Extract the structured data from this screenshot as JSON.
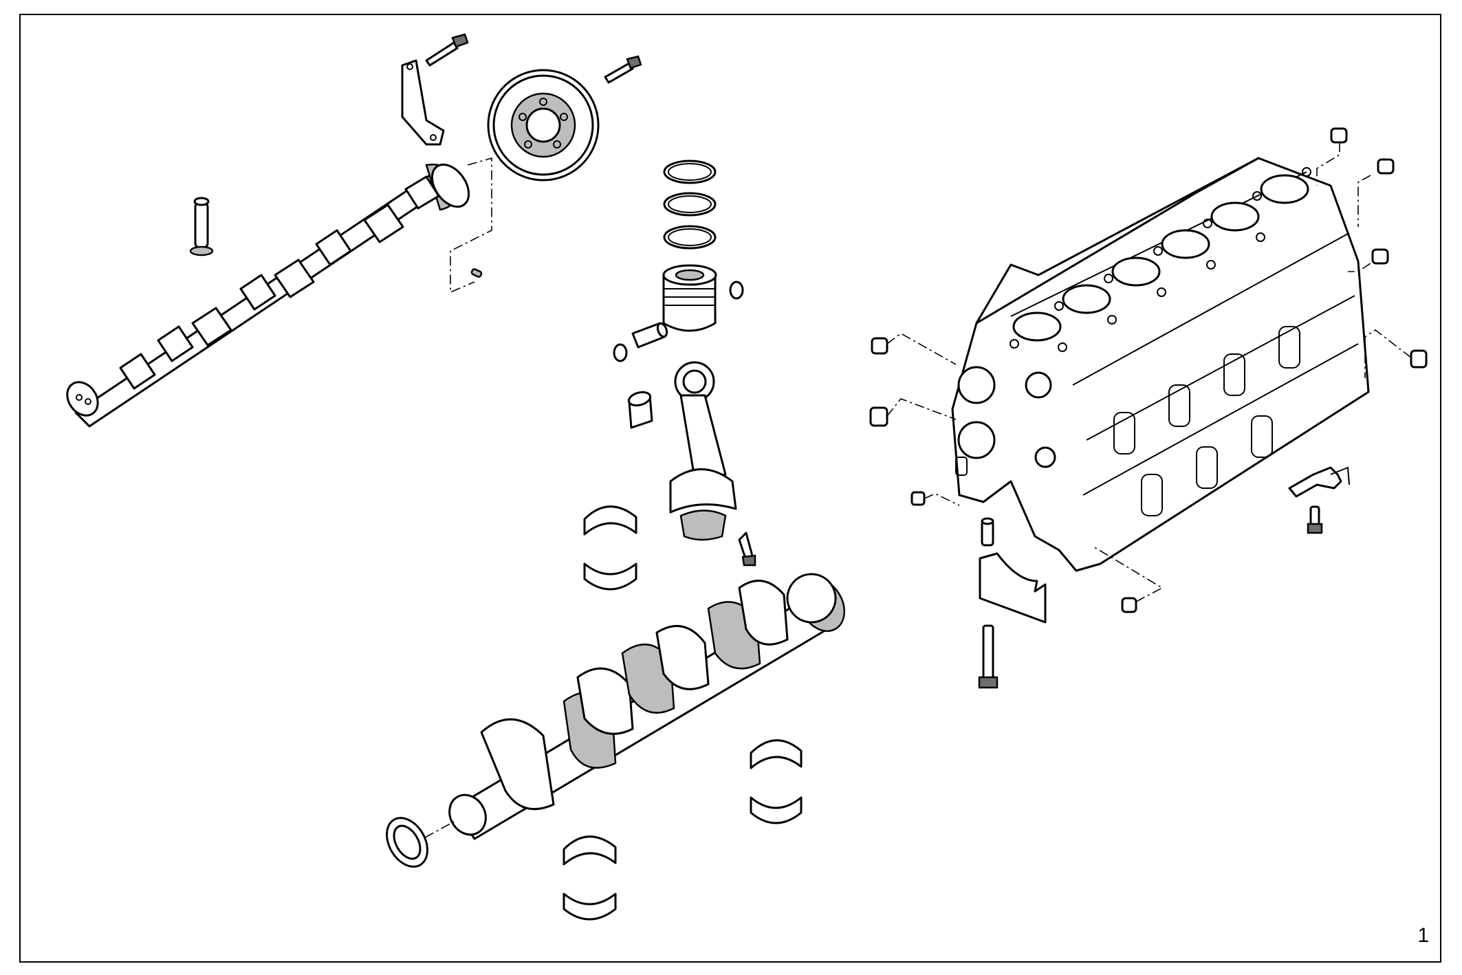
{
  "page_number": "1",
  "colors": {
    "line": "#000000",
    "paper": "#ffffff",
    "shade": "#bdbdbd"
  },
  "parts": [
    "camshaft",
    "camshaft-gear",
    "gear-plate",
    "tappet",
    "piston",
    "piston-rings",
    "piston-pin",
    "connecting-rod",
    "crankshaft",
    "main-bearing-shells",
    "engine-block",
    "main-bearing-cap",
    "plugs",
    "bolts"
  ]
}
